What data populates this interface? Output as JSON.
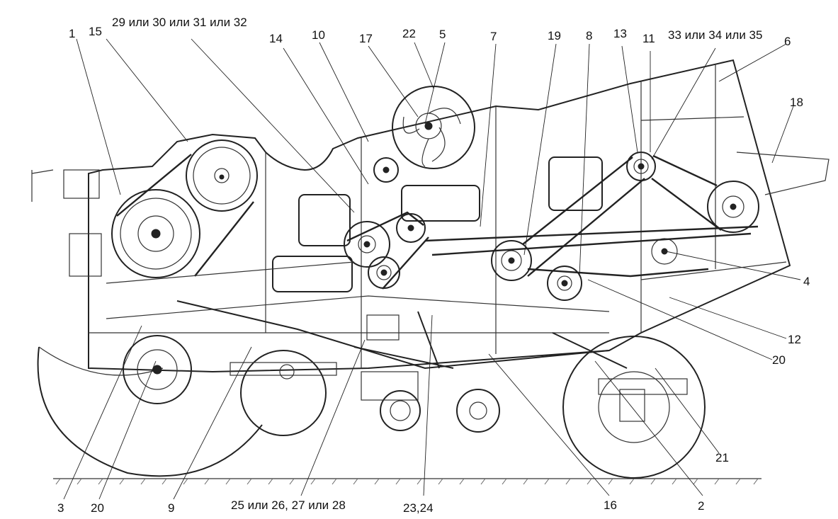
{
  "diagram": {
    "labels": {
      "l1": "1",
      "l15": "15",
      "l29": "29 или 30 или 31 или 32",
      "l14": "14",
      "l10": "10",
      "l17": "17",
      "l22": "22",
      "l5": "5",
      "l7": "7",
      "l19": "19",
      "l8": "8",
      "l13": "13",
      "l11": "11",
      "l33": "33 или 34 или 35",
      "l6": "6",
      "l18": "18",
      "l4": "4",
      "l12": "12",
      "l20r": "20",
      "l21": "21",
      "l3": "3",
      "l20b": "20",
      "l9": "9",
      "l25": "25 или 26, 27 или 28",
      "l2324": "23,24",
      "l16": "16",
      "l2": "2"
    }
  }
}
